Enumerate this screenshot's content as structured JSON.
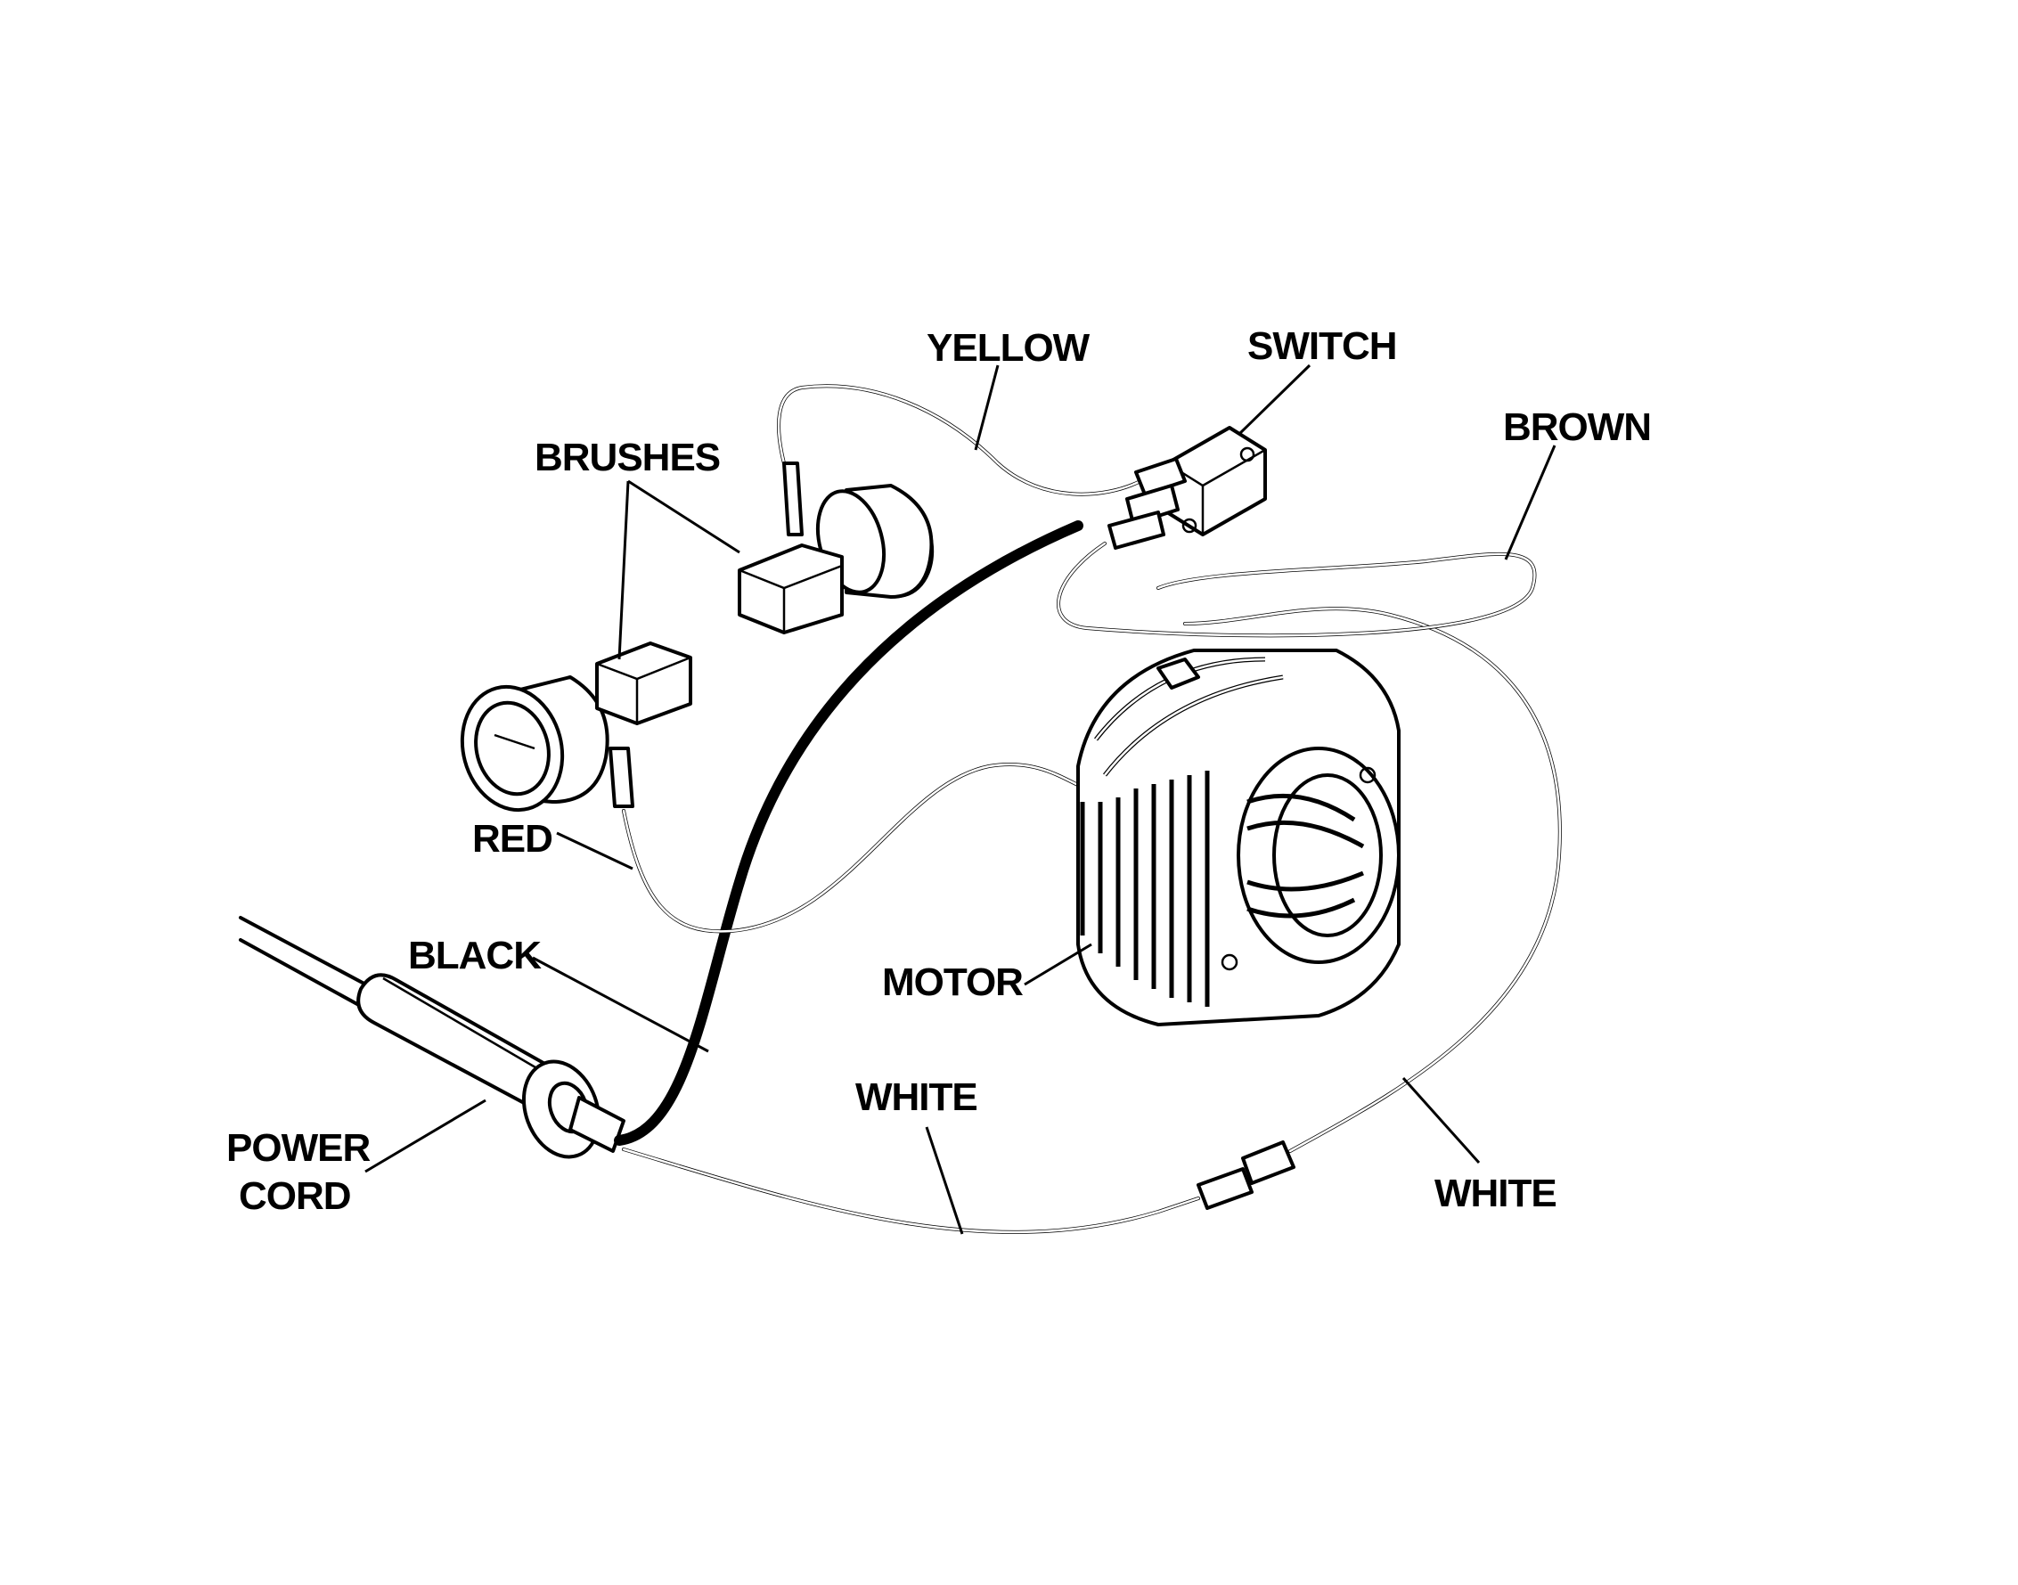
{
  "labels": {
    "yellow": "YELLOW",
    "switch": "SWITCH",
    "brown": "BROWN",
    "brushes": "BRUSHES",
    "red": "RED",
    "black": "BLACK",
    "motor": "MOTOR",
    "white_bottom": "WHITE",
    "white_right": "WHITE",
    "power": "POWER",
    "cord": "CORD"
  }
}
